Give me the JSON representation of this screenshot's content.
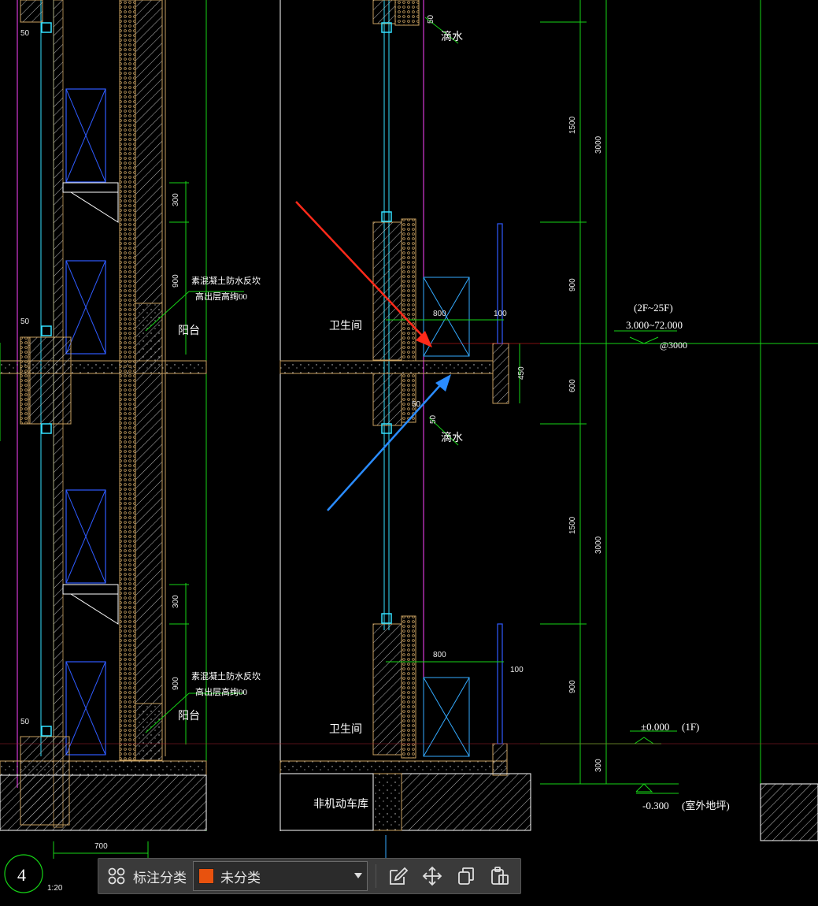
{
  "drawing": {
    "left_dims": {
      "d50_a": "50",
      "d50_b": "50",
      "d50_c": "50",
      "d300_a": "300",
      "d900_a": "900",
      "d300_b": "300",
      "d900_b": "900",
      "d700": "700"
    },
    "left_notes": {
      "note1_l1": "素混凝土防水反坎",
      "note1_l2": "高出层高绚00",
      "note2_l1": "素混凝土防水反坎",
      "note2_l2": "高出层高绚00",
      "balcony_a": "阳台",
      "balcony_b": "阳台"
    },
    "center": {
      "drip_a": "滴水",
      "drip_b": "滴水",
      "bath_a": "卫生间",
      "bath_b": "卫生间",
      "garage": "非机动车库",
      "d800_a": "800",
      "d100_a": "100",
      "d450": "450",
      "d50_a": "50",
      "d50_b": "50",
      "d50_c": "50",
      "d800_b": "800",
      "d100_b": "100"
    },
    "right_dims": {
      "d1500_a": "1500",
      "d3000_a": "3000",
      "d900_a": "900",
      "d600": "600",
      "d1500_b": "1500",
      "d3000_b": "3000",
      "d900_b": "900",
      "d300": "300"
    },
    "elevations": {
      "floors": "(2F~25F)",
      "range": "3.000~72.000",
      "step": "@3000",
      "zero": "±0.000",
      "zero_floor": "(1F)",
      "outdoor": "-0.300",
      "outdoor_label": "(室外地坪)"
    },
    "detail_bubble": {
      "number": "4",
      "scale": "1:20"
    }
  },
  "toolbar": {
    "category_label": "标注分类",
    "category_selected": "未分类",
    "category_color": "#e8520e",
    "icons": [
      "grid-icon",
      "edit-icon",
      "move-icon",
      "copy-icon",
      "paste-icon"
    ]
  },
  "colors": {
    "green": "#16d416",
    "cyan": "#33e0ff",
    "blue": "#2f5bff",
    "magenta": "#ff44ff",
    "concrete": "#c8a060",
    "red_arrow": "#ff2a1a",
    "blue_arrow": "#2a8cff"
  }
}
